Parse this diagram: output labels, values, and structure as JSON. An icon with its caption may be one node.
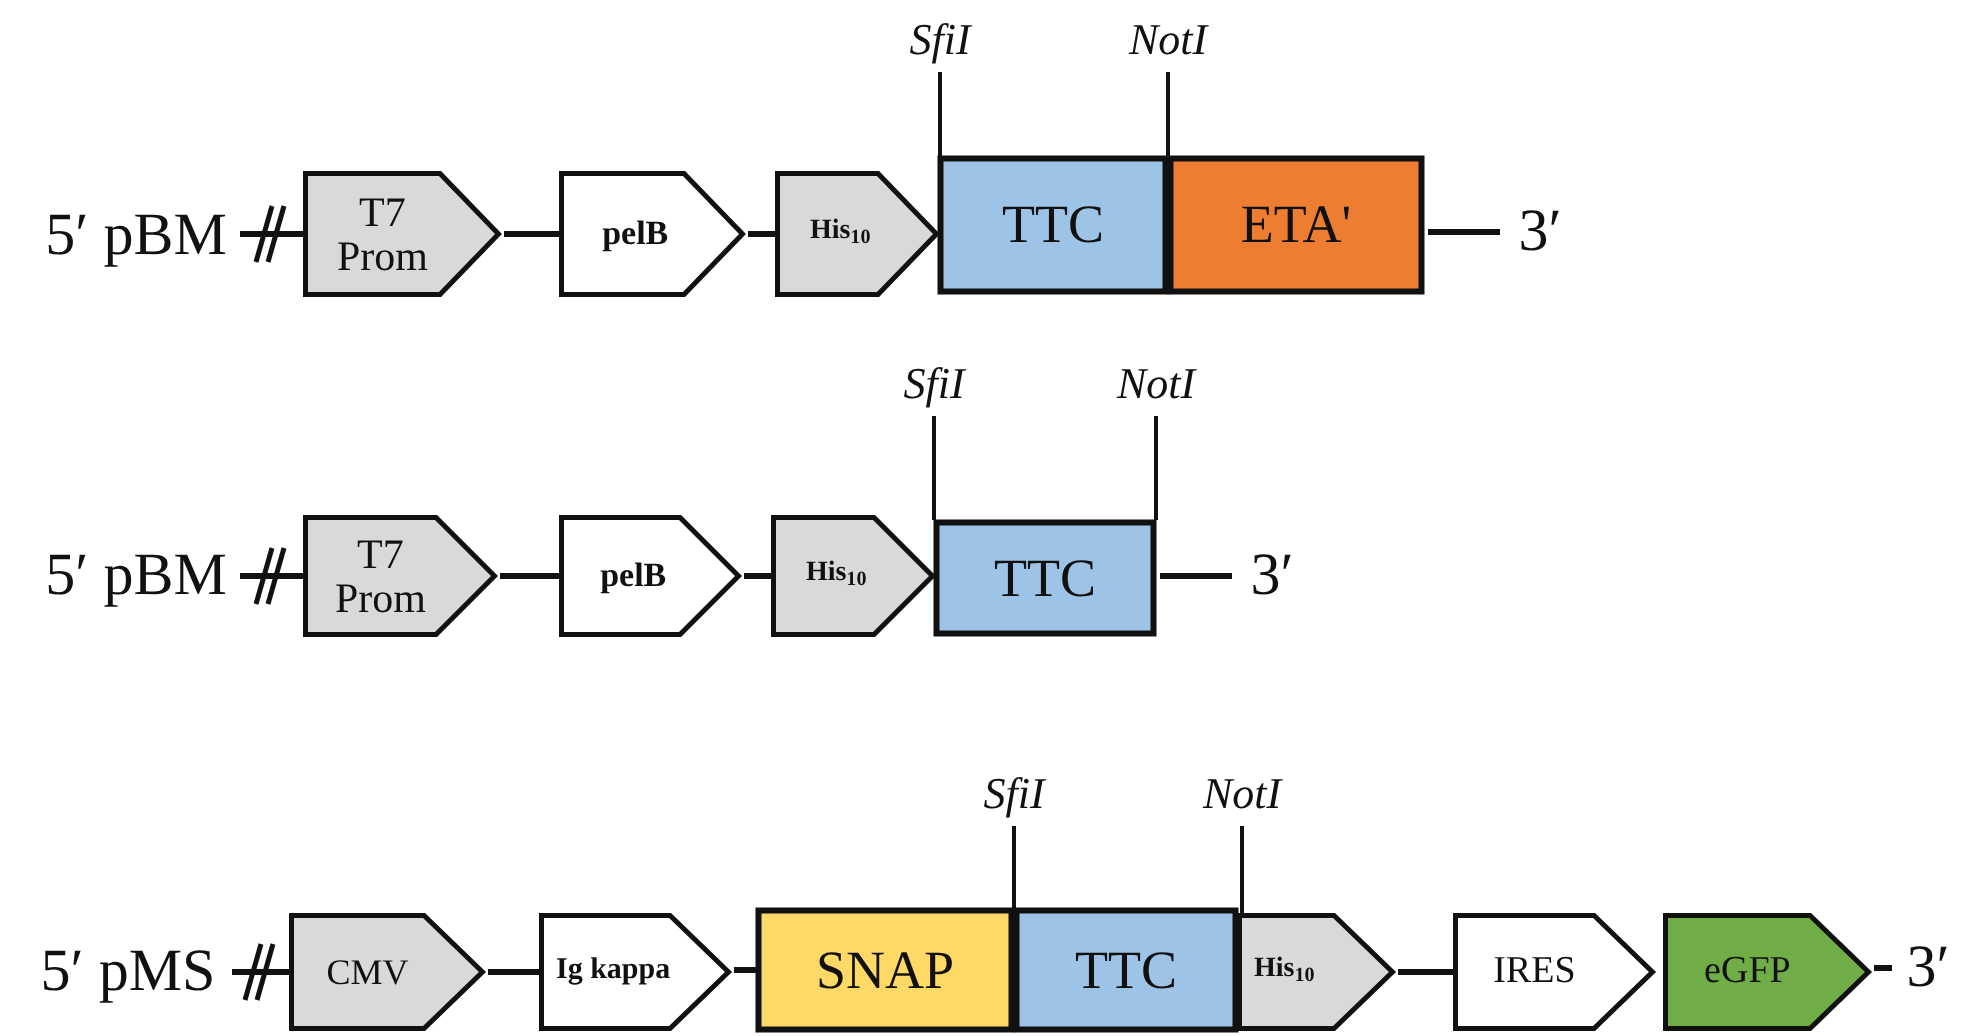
{
  "diagram": {
    "nodes": [
      {
        "text": [
          "5′ pBM"
        ]
      },
      {
        "text": [
          "T7 Prom"
        ]
      },
      {
        "text": [
          "pelB"
        ]
      },
      {
        "text": [
          "His$_{10}$"
        ]
      },
      {
        "text": [
          "SfiI"
        ]
      },
      {
        "text": [
          "NotI"
        ]
      },
      {
        "text": [
          "TTC"
        ]
      },
      {
        "text": [
          "ETA'"
        ]
      },
      {
        "text": [
          "3′"
        ]
      },
      {
        "text": [
          "5′ pBM"
        ]
      },
      {
        "text": [
          "T7 Prom"
        ]
      },
      {
        "text": [
          "pelB"
        ]
      },
      {
        "text": [
          "His$_{10}$"
        ]
      },
      {
        "text": [
          "SfiI"
        ]
      },
      {
        "text": [
          "NotI"
        ]
      },
      {
        "text": [
          "TTC"
        ]
      },
      {
        "text": [
          "3′"
        ]
      },
      {
        "text": [
          "5′ pMS"
        ]
      },
      {
        "text": [
          "CMV"
        ]
      },
      {
        "text": [
          "Ig kappa"
        ]
      },
      {
        "text": [
          "SfiI"
        ]
      },
      {
        "text": [
          "NotI"
        ]
      },
      {
        "text": [
          "SNAP"
        ]
      },
      {
        "text": [
          "TTC"
        ]
      },
      {
        "text": [
          "His$_{10}$"
        ]
      },
      {
        "text": [
          "IRES"
        ]
      },
      {
        "text": [
          "eGFP"
        ]
      },
      {
        "text": [
          "3′"
        ]
      }
    ],
    "edges": [
      {
        "from": 0,
        "to": 1,
        "arrow": "none"
      },
      {
        "from": 1,
        "to": 2,
        "arrow": "none"
      },
      {
        "from": 2,
        "to": 3,
        "arrow": "none"
      },
      {
        "from": 7,
        "to": 8,
        "arrow": "none"
      },
      {
        "from": 4,
        "to": 6,
        "arrow": "none"
      },
      {
        "from": 5,
        "to": 7,
        "arrow": "none"
      },
      {
        "from": 9,
        "to": 10,
        "arrow": "none"
      },
      {
        "from": 10,
        "to": 11,
        "arrow": "none"
      },
      {
        "from": 11,
        "to": 12,
        "arrow": "none"
      },
      {
        "from": 15,
        "to": 16,
        "arrow": "none"
      },
      {
        "from": 13,
        "to": 15,
        "arrow": "none"
      },
      {
        "from": 14,
        "to": 15,
        "arrow": "none"
      },
      {
        "from": 17,
        "to": 18,
        "arrow": "none"
      },
      {
        "from": 18,
        "to": 19,
        "arrow": "none"
      },
      {
        "from": 19,
        "to": 22,
        "arrow": "none"
      },
      {
        "from": 24,
        "to": 25,
        "arrow": "none"
      },
      {
        "from": 26,
        "to": 27,
        "arrow": "none"
      },
      {
        "from": 20,
        "to": 23,
        "arrow": "none"
      },
      {
        "from": 21,
        "to": 24,
        "arrow": "none"
      }
    ]
  }
}
